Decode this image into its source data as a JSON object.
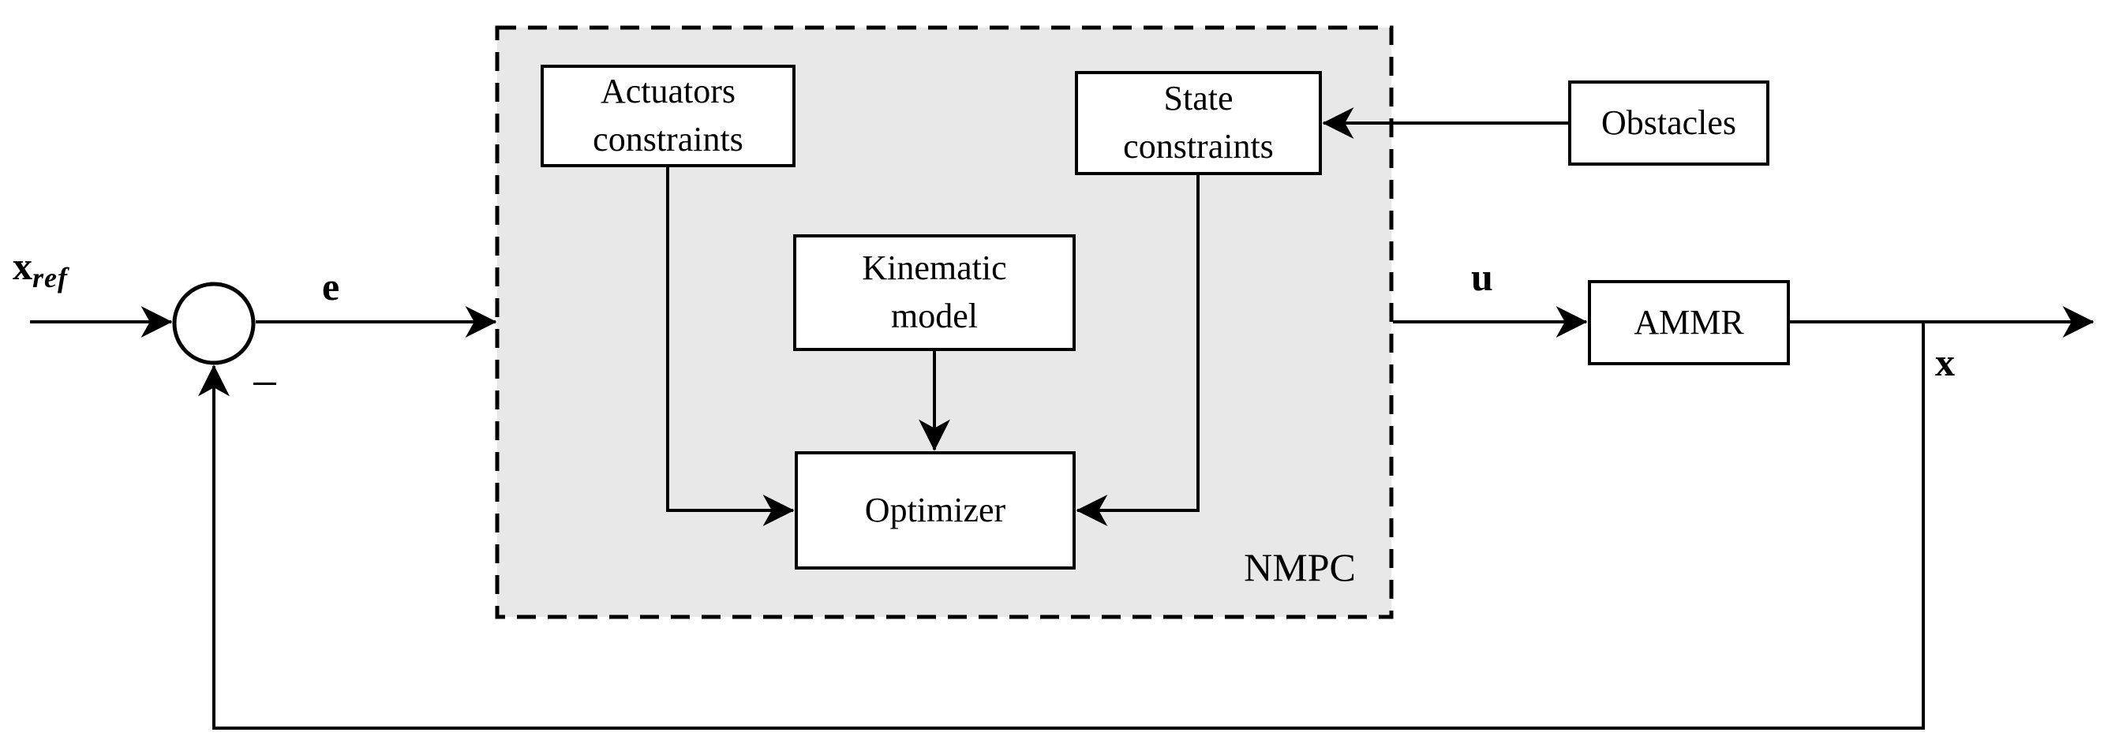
{
  "diagram": {
    "title_hint": "NMPC feedback control loop block diagram",
    "colors": {
      "ink": "#000000",
      "nmpc_fill": "#e8e8e8",
      "background": "#ffffff"
    },
    "nmpc": {
      "label": "NMPC",
      "fill": "#e8e8e8"
    },
    "blocks": {
      "actuators": {
        "line1": "Actuators",
        "line2": "constraints"
      },
      "state": {
        "line1": "State",
        "line2": "constraints"
      },
      "kinematic": {
        "line1": "Kinematic",
        "line2": "model"
      },
      "optimizer": {
        "label": "Optimizer"
      },
      "obstacles": {
        "label": "Obstacles"
      },
      "ammr": {
        "label": "AMMR"
      }
    },
    "signals": {
      "reference_base": "x",
      "reference_subscript": "ref",
      "error": "e",
      "control": "u",
      "state_output": "x",
      "summing_minus": "−"
    }
  }
}
